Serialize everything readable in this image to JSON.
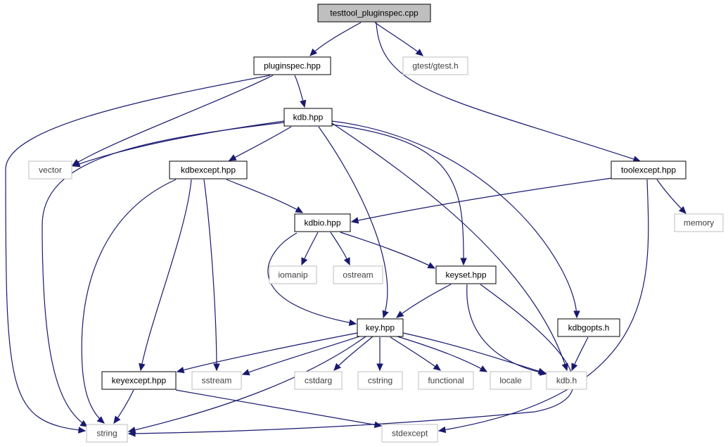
{
  "colors": {
    "edge": "#191970",
    "root_fill": "#bfbfbf",
    "local_stroke": "#000000",
    "system_stroke": "#bfbfbf",
    "system_text": "#404040",
    "text": "#000000"
  },
  "nodes": [
    {
      "id": "testtool_pluginspec",
      "label": "testtool_pluginspec.cpp",
      "kind": "root"
    },
    {
      "id": "pluginspec",
      "label": "pluginspec.hpp",
      "kind": "local"
    },
    {
      "id": "gtest",
      "label": "gtest/gtest.h",
      "kind": "system"
    },
    {
      "id": "kdb_hpp",
      "label": "kdb.hpp",
      "kind": "local"
    },
    {
      "id": "vector",
      "label": "vector",
      "kind": "system"
    },
    {
      "id": "kdbexcept",
      "label": "kdbexcept.hpp",
      "kind": "local"
    },
    {
      "id": "toolexcept",
      "label": "toolexcept.hpp",
      "kind": "local"
    },
    {
      "id": "kdbio",
      "label": "kdbio.hpp",
      "kind": "local"
    },
    {
      "id": "memory",
      "label": "memory",
      "kind": "system"
    },
    {
      "id": "iomanip",
      "label": "iomanip",
      "kind": "system"
    },
    {
      "id": "ostream",
      "label": "ostream",
      "kind": "system"
    },
    {
      "id": "keyset",
      "label": "keyset.hpp",
      "kind": "local"
    },
    {
      "id": "key",
      "label": "key.hpp",
      "kind": "local"
    },
    {
      "id": "kdbgopts",
      "label": "kdbgopts.h",
      "kind": "local"
    },
    {
      "id": "keyexcept",
      "label": "keyexcept.hpp",
      "kind": "local"
    },
    {
      "id": "sstream",
      "label": "sstream",
      "kind": "system"
    },
    {
      "id": "cstdarg",
      "label": "cstdarg",
      "kind": "system"
    },
    {
      "id": "cstring",
      "label": "cstring",
      "kind": "system"
    },
    {
      "id": "functional",
      "label": "functional",
      "kind": "system"
    },
    {
      "id": "locale",
      "label": "locale",
      "kind": "system"
    },
    {
      "id": "kdb_h",
      "label": "kdb.h",
      "kind": "system"
    },
    {
      "id": "string",
      "label": "string",
      "kind": "system"
    },
    {
      "id": "stdexcept",
      "label": "stdexcept",
      "kind": "system"
    }
  ],
  "edges": [
    {
      "from": "testtool_pluginspec",
      "to": "pluginspec"
    },
    {
      "from": "testtool_pluginspec",
      "to": "gtest"
    },
    {
      "from": "testtool_pluginspec",
      "to": "toolexcept"
    },
    {
      "from": "pluginspec",
      "to": "string"
    },
    {
      "from": "pluginspec",
      "to": "vector"
    },
    {
      "from": "pluginspec",
      "to": "kdb_hpp"
    },
    {
      "from": "kdb_hpp",
      "to": "vector"
    },
    {
      "from": "kdb_hpp",
      "to": "string"
    },
    {
      "from": "kdb_hpp",
      "to": "kdbexcept"
    },
    {
      "from": "kdb_hpp",
      "to": "key"
    },
    {
      "from": "kdb_hpp",
      "to": "keyset"
    },
    {
      "from": "kdb_hpp",
      "to": "kdb_h"
    },
    {
      "from": "kdb_hpp",
      "to": "kdbgopts"
    },
    {
      "from": "kdbexcept",
      "to": "kdbio"
    },
    {
      "from": "kdbexcept",
      "to": "string"
    },
    {
      "from": "kdbexcept",
      "to": "keyexcept"
    },
    {
      "from": "kdbexcept",
      "to": "sstream"
    },
    {
      "from": "toolexcept",
      "to": "kdbio"
    },
    {
      "from": "toolexcept",
      "to": "memory"
    },
    {
      "from": "toolexcept",
      "to": "stdexcept"
    },
    {
      "from": "kdbio",
      "to": "iomanip"
    },
    {
      "from": "kdbio",
      "to": "ostream"
    },
    {
      "from": "kdbio",
      "to": "keyset"
    },
    {
      "from": "kdbio",
      "to": "key"
    },
    {
      "from": "keyset",
      "to": "key"
    },
    {
      "from": "keyset",
      "to": "kdb_h"
    },
    {
      "from": "keyset",
      "to": "string"
    },
    {
      "from": "kdbgopts",
      "to": "kdb_h"
    },
    {
      "from": "key",
      "to": "keyexcept"
    },
    {
      "from": "key",
      "to": "sstream"
    },
    {
      "from": "key",
      "to": "string"
    },
    {
      "from": "key",
      "to": "cstdarg"
    },
    {
      "from": "key",
      "to": "cstring"
    },
    {
      "from": "key",
      "to": "functional"
    },
    {
      "from": "key",
      "to": "locale"
    },
    {
      "from": "key",
      "to": "kdb_h"
    },
    {
      "from": "keyexcept",
      "to": "string"
    },
    {
      "from": "keyexcept",
      "to": "stdexcept"
    }
  ]
}
